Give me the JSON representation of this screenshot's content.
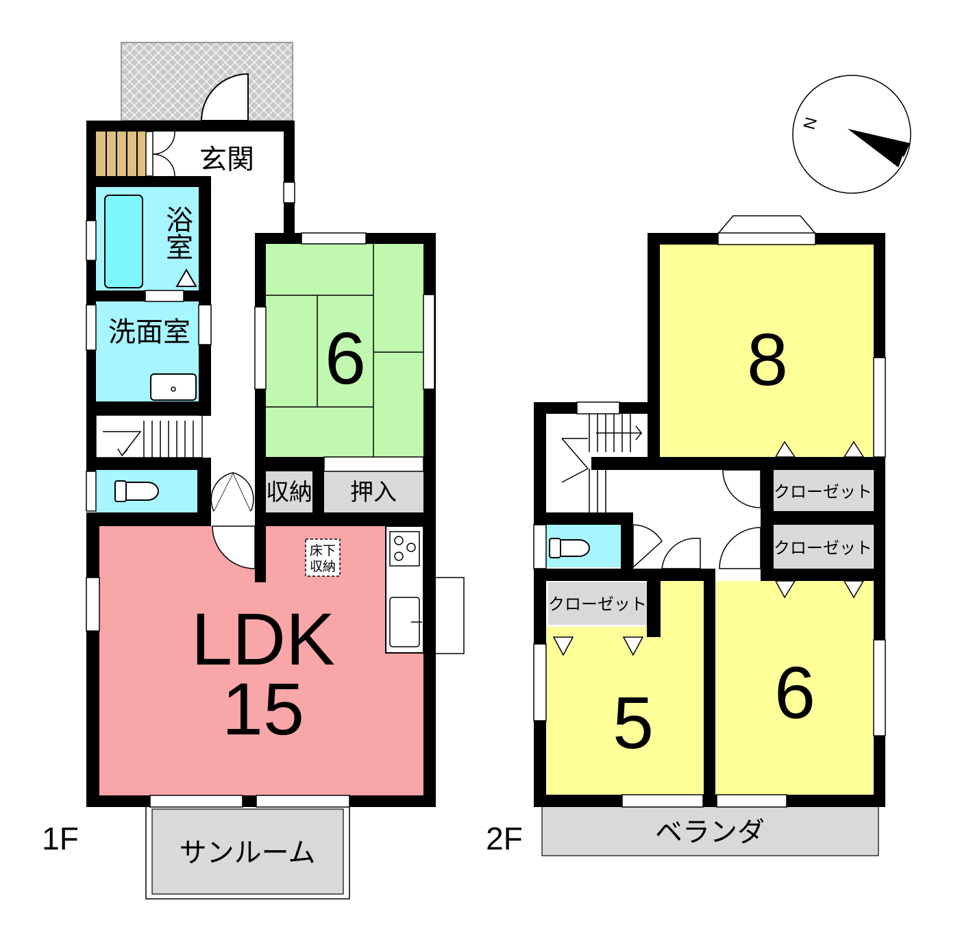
{
  "floors": {
    "first": {
      "floor_label": "1F",
      "genkan": "玄関",
      "bath": "浴室",
      "washroom": "洗面室",
      "washitsu_size": "6",
      "storage": "収納",
      "oshiire": "押入",
      "underfloor_storage_line1": "床下",
      "underfloor_storage_line2": "収納",
      "ldk_name": "LDK",
      "ldk_size": "15",
      "sunroom": "サンルーム"
    },
    "second": {
      "floor_label": "2F",
      "room_8_size": "8",
      "room_5_size": "5",
      "room_6_size": "6",
      "closet_1": "クローゼット",
      "closet_2": "クローゼット",
      "closet_3": "クローゼット",
      "veranda": "ベランダ"
    }
  },
  "compass": {
    "north": "N"
  },
  "colors": {
    "wall": "#000000",
    "ldk": "#f8a6a8",
    "washitsu": "#c0f8b0",
    "bedroom": "#ffff99",
    "water": "#a6f5ff",
    "bathtub": "#7df8ff",
    "storage": "#d9d9d9",
    "genkan_step": "#e0c080",
    "porch": "#c8c8c8"
  }
}
